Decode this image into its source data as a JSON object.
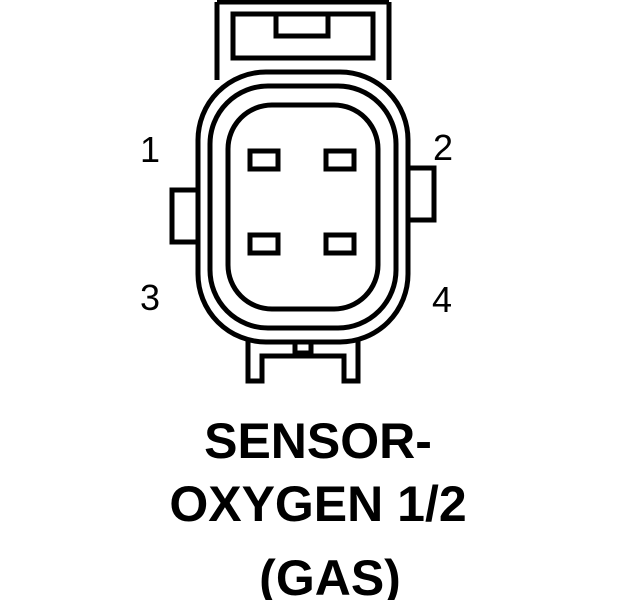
{
  "diagram": {
    "pins": [
      {
        "number": "1"
      },
      {
        "number": "2"
      },
      {
        "number": "3"
      },
      {
        "number": "4"
      }
    ],
    "title_line1": "SENSOR-",
    "title_line2": "OXYGEN 1/2",
    "subtitle": "(GAS)",
    "colors": {
      "stroke": "#000000",
      "background": "#ffffff"
    }
  }
}
